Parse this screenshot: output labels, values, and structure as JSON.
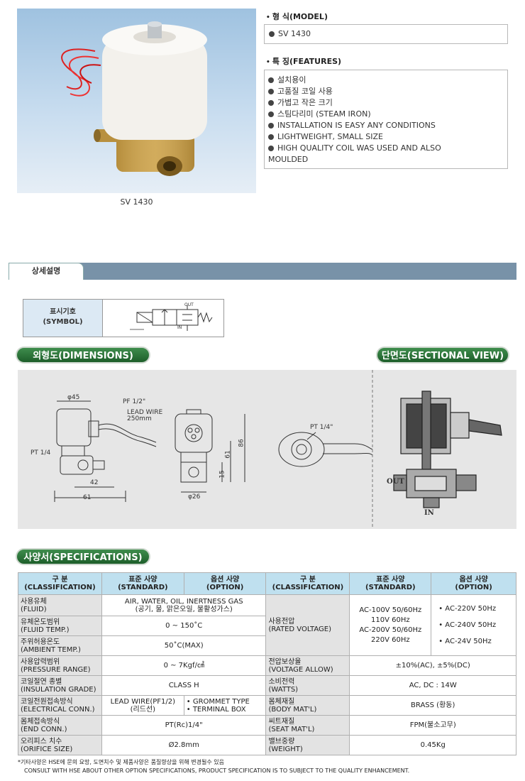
{
  "product": {
    "caption": "SV 1430",
    "model_title": "형 식(MODEL)",
    "model_value": "SV 1430",
    "features_title": "특 징(FEATURES)",
    "features": [
      "설치용이",
      "고품질 코일 사용",
      "가볍고 작은 크기",
      "스팀다리미 (STEAM IRON)",
      "INSTALLATION IS EASY ANY CONDITIONS",
      "LIGHTWEIGHT, SMALL SIZE",
      "HIGH QUALITY COIL WAS USED AND ALSO",
      "MOULDED"
    ]
  },
  "detail_tab": "상세설명",
  "symbol": {
    "label_ko": "표시기호",
    "label_en": "(SYMBOL)",
    "out": "OUT",
    "in": "IN"
  },
  "dimensions_title": "외형도(DIMENSIONS)",
  "sectional_title": "단면도(SECTIONAL VIEW)",
  "drawing": {
    "phi45": "φ45",
    "pf": "PF 1/2\"",
    "lead_wire": "LEAD WIRE",
    "lead_len": "250mm",
    "pt14_left": "PT 1/4",
    "dim42": "42",
    "dim61": "61",
    "dim61v": "61",
    "dim86": "86",
    "dim15": "15",
    "phi26": "φ26",
    "pt14_mid": "PT 1/4\"",
    "out": "OUT",
    "in": "IN"
  },
  "specs_title": "사양서(SPECIFICATIONS)",
  "spec": {
    "h_class_ko": "구 분",
    "h_class_en": "(CLASSIFICATION)",
    "h_std_ko": "표준 사양",
    "h_std_en": "(STANDARD)",
    "h_opt_ko": "옵션 사양",
    "h_opt_en": "(OPTION)",
    "fluid_ko": "사용유체",
    "fluid_en": "(FLUID)",
    "fluid_val1": "AIR, WATER, OIL, INERTNESS GAS",
    "fluid_val2": "(공기, 물, 맑은오일, 불활성가스)",
    "temp_ko": "유체온도범위",
    "temp_en": "(FLUID TEMP.)",
    "temp_val": "0 ~ 150˚C",
    "amb_ko": "주위허용온도",
    "amb_en": "(AMBIENT TEMP.)",
    "amb_val": "50˚C(MAX)",
    "press_ko": "사용압력범위",
    "press_en": "(PRESSURE RANGE)",
    "press_val": "0 ~ 7Kgf/㎠",
    "ins_ko": "코일절연 종별",
    "ins_en": "(INSULATION GRADE)",
    "ins_val": "CLASS H",
    "elec_ko": "코일전원접속방식",
    "elec_en": "(ELECTRICAL CONN.)",
    "elec_std1": "LEAD WIRE(PF1/2)",
    "elec_std2": "(리드선)",
    "elec_opt1": "• GROMMET TYPE",
    "elec_opt2": "• TERMINAL BOX",
    "end_ko": "몸체접속방식",
    "end_en": "(END CONN.)",
    "end_val": "PT(Rc)1/4\"",
    "ori_ko": "오리피스 치수",
    "ori_en": "(ORIFICE SIZE)",
    "ori_val": "Ø2.8mm",
    "volt_ko": "사용전압",
    "volt_en": "(RATED VOLTAGE)",
    "volt_std": [
      "AC-100V 50/60Hz",
      "110V 60Hz",
      "AC-200V 50/60Hz",
      "220V 60Hz"
    ],
    "volt_opt": [
      "• AC-220V  50Hz",
      "• AC-240V 50Hz",
      "• AC-24V 50Hz"
    ],
    "vallow_ko": "전압보상율",
    "vallow_en": "(VOLTAGE ALLOW)",
    "vallow_val": "±10%(AC), ±5%(DC)",
    "watt_ko": "소비전력",
    "watt_en": "(WATTS)",
    "watt_val": "AC, DC : 14W",
    "body_ko": "몸체재질",
    "body_en": "(BODY MAT'L)",
    "body_val": "BRASS (황동)",
    "seat_ko": "씨트재질",
    "seat_en": "(SEAT MAT'L)",
    "seat_val": "FPM(불소고무)",
    "weight_ko": "밸브중량",
    "weight_en": "(WEIGHT)",
    "weight_val": "0.45Kg"
  },
  "notes": {
    "ko": "*기타사양은 HSE에 문의 요망, 도면치수 및 제품사양은 품질향상을 위해 변경될수 있음",
    "en": "CONSULT WITH HSE ABOUT OTHER OPTION SPECIFICATIONS, PRODUCT SPECIFICATION IS TO SUBJECT TO THE QUALITY ENHANCEMENT."
  }
}
